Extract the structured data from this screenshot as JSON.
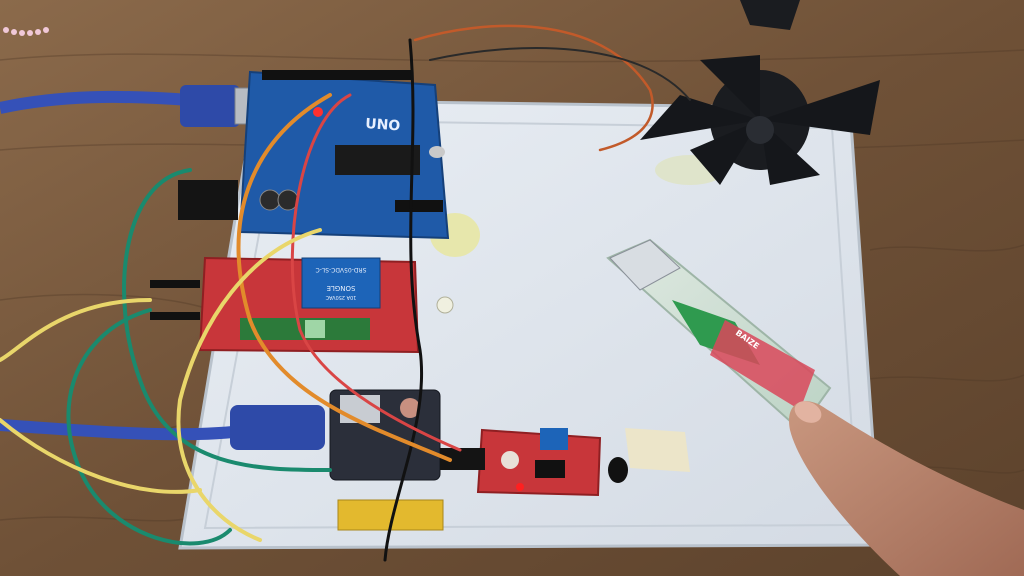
{
  "scene": {
    "arduino": {
      "brand_text": "UNO"
    },
    "relay": {
      "relay_text": "SRD-05VDC-SL-C",
      "brand_text": "SONGLE",
      "rating_text": "10A 250VAC"
    },
    "lighter": {
      "label_text": "BAIZE"
    }
  }
}
